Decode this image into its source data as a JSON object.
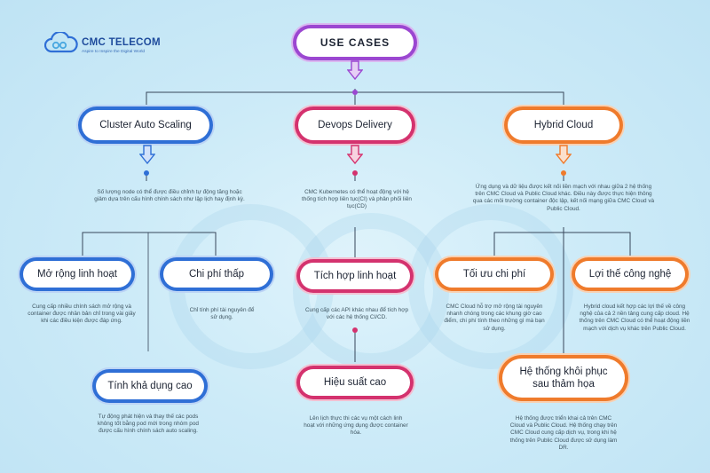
{
  "brand": {
    "name": "CMC TELECOM",
    "tagline": "Aspire to Inspire the Digital World"
  },
  "root": {
    "label": "USE CASES"
  },
  "branches": [
    {
      "label": "Cluster Auto Scaling",
      "color": "#2f6fd6",
      "desc": "Số lượng node có thể được điều chỉnh tự động tăng hoặc giảm dựa trên cấu hình chính sách như lập lịch hay định kỳ.",
      "children": [
        {
          "label": "Mở rộng linh hoạt",
          "desc": "Cung cấp nhiều chính sách mở rộng và container được nhân bản chỉ trong vài giây khi các điều kiện được đáp ứng."
        },
        {
          "label": "Chi phí thấp",
          "desc": "Chỉ tính phí tài nguyên để sử dụng."
        },
        {
          "label": "Tính khả dụng cao",
          "desc": "Tự động phát hiện và thay thế các pods không tốt bằng pod mới trong nhóm pod được cấu hình chính sách auto scaling."
        }
      ]
    },
    {
      "label": "Devops Delivery",
      "color": "#d4326e",
      "desc": "CMC Kubernetes có thể hoạt động với hệ thống tích hợp liên tục(CI) và phân phối liên tục(CD)",
      "children": [
        {
          "label": "Tích hợp linh hoạt",
          "desc": "Cung cấp các API khác nhau để tích hợp với các hệ thống CI/CD."
        },
        {
          "label": "Hiệu suất cao",
          "desc": "Lên lịch thực thi các vụ một cách linh hoạt với những ứng dụng được container hóa."
        }
      ]
    },
    {
      "label": "Hybrid Cloud",
      "color": "#ef7b2c",
      "desc": "Ứng dụng và dữ liệu được kết nối liền mạch với nhau giữa 2 hệ thống trên CMC Cloud và Public Cloud khác. Điều này được thực hiện thông qua các môi trường container độc lập, kết nối mạng giữa CMC Cloud và Public Cloud.",
      "children": [
        {
          "label": "Tối ưu chi phí",
          "desc": "CMC Cloud hỗ trợ mở rộng tài nguyên nhanh chóng trong các khung giờ cao điểm, chi phí tính theo những gì mà bạn sử dụng."
        },
        {
          "label": "Lợi thế công nghệ",
          "desc": "Hybrid cloud kết hợp các lợi thế về công nghệ của cả 2 nền tảng cung cấp cloud. Hệ thống trên CMC Cloud có thể hoạt động liền mạch với dịch vụ khác trên Public Cloud."
        },
        {
          "label": "Hệ thống khôi phục sau thảm họa",
          "desc": "Hệ thống được triển khai cả trên CMC Cloud và Public Cloud. Hệ thống chạy trên CMC Cloud cung cấp dịch vụ, trong khi hệ thống trên Public Cloud được sử dụng làm DR."
        }
      ]
    }
  ],
  "colors": {
    "blue": "#2f6fd6",
    "magenta": "#d4326e",
    "orange": "#ef7b2c",
    "purple": "#9b47d1",
    "background": "#cdebf8"
  }
}
